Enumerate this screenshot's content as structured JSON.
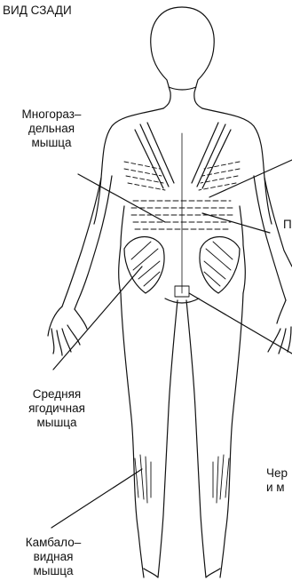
{
  "view_title": "ВИД СЗАДИ",
  "labels": {
    "multifidus": [
      "Многораз–",
      "дельная",
      "мышца"
    ],
    "gluteus_medius": [
      "Средняя",
      "ягодичная",
      "мышца"
    ],
    "soleus": [
      "Камбало–",
      "видная",
      "мышца"
    ],
    "partial_right_1": "П",
    "partial_right_2": [
      "Чер",
      "и м"
    ]
  },
  "colors": {
    "ink": "#111111",
    "background": "#ffffff"
  }
}
